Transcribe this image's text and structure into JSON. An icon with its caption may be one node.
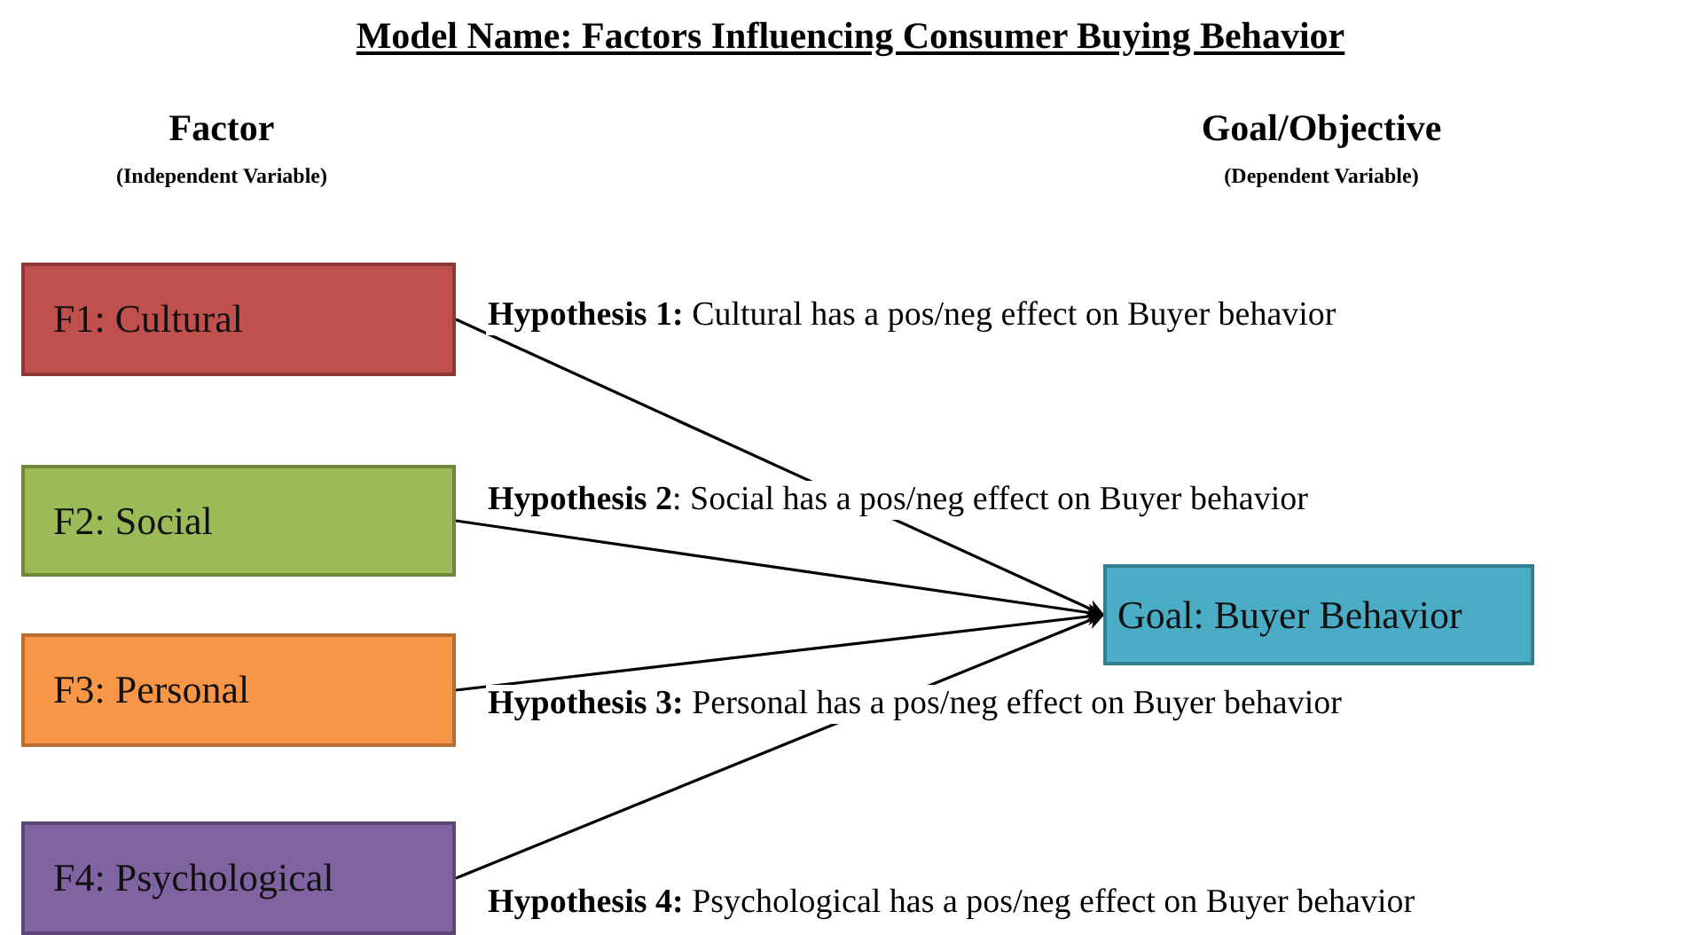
{
  "diagram": {
    "title": "Model Name: Factors Influencing Consumer Buying Behavior",
    "nodes": [
      {
        "text": [
          "F1: Cultural"
        ]
      },
      {
        "text": [
          "F2: Social"
        ]
      },
      {
        "text": [
          "F3: Personal"
        ]
      },
      {
        "text": [
          "F4: Psychological"
        ]
      },
      {
        "text": [
          "Goal: Buyer Behavior"
        ]
      }
    ],
    "edges": [
      {
        "from": 0,
        "to": 4,
        "arrow": "to"
      },
      {
        "from": 1,
        "to": 4,
        "arrow": "to"
      },
      {
        "from": 2,
        "to": 4,
        "arrow": "to"
      },
      {
        "from": 3,
        "to": 4,
        "arrow": "to"
      }
    ],
    "labels": [
      "Factor",
      "(Independent Variable)",
      "Goal/Objective",
      "(Dependent Variable)",
      "**Hypothesis 1:** Cultural has a pos/neg effect on Buyer behavior",
      "**Hypothesis 2**: Social has a pos/neg effect on Buyer behavior",
      "**Hypothesis 3:** Personal has a pos/neg effect on Buyer behavior",
      "**Hypothesis 4:** Psychological has a pos/neg effect on Buyer behavior"
    ]
  }
}
